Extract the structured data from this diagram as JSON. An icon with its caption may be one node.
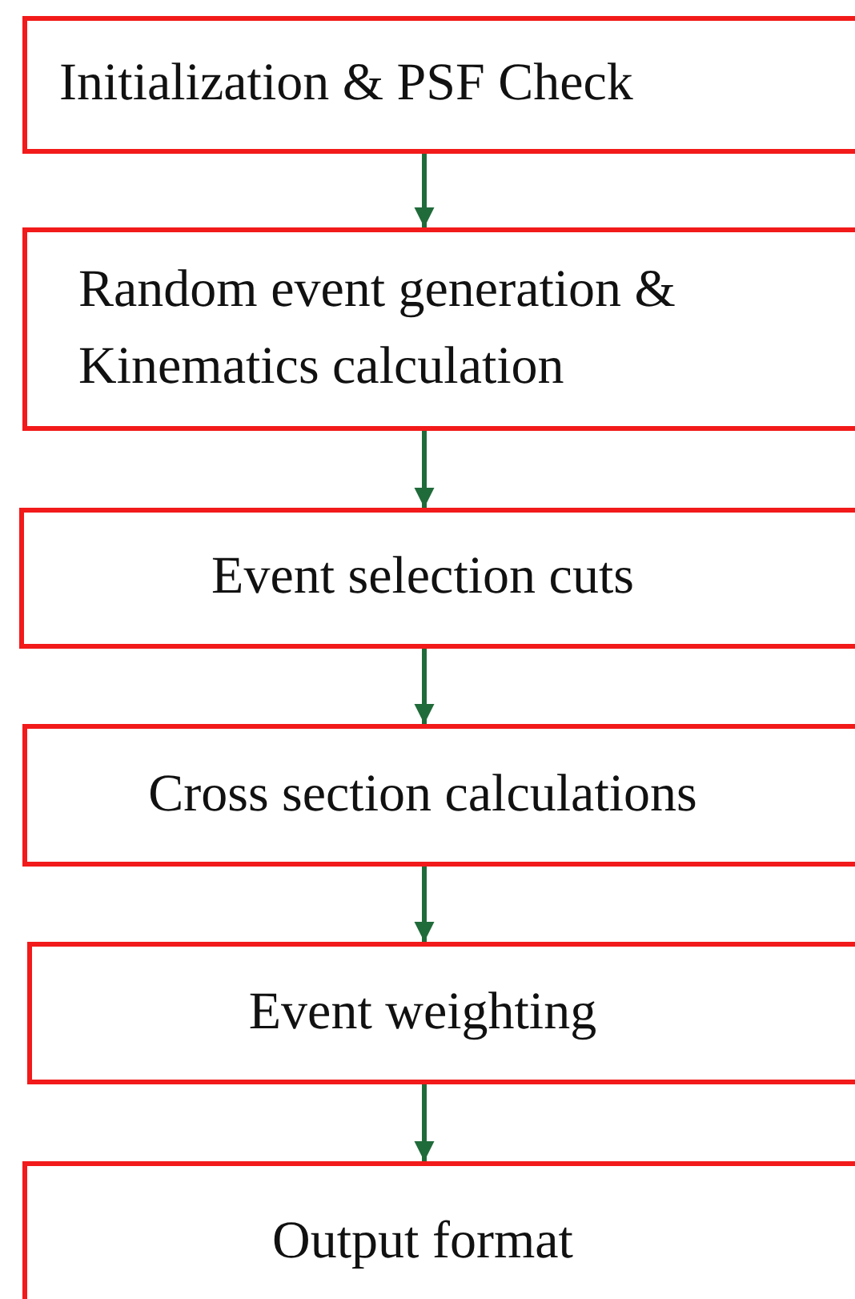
{
  "diagram": {
    "nodes": [
      {
        "text": [
          "Initialization & PSF Check"
        ]
      },
      {
        "text": [
          "Random event generation & Kinematics calculation"
        ]
      },
      {
        "text": [
          "Event selection cuts"
        ]
      },
      {
        "text": [
          "Cross section calculations"
        ]
      },
      {
        "text": [
          "Event weighting"
        ]
      },
      {
        "text": [
          "Output format"
        ]
      }
    ],
    "edges": [
      {
        "from": 0,
        "to": 1,
        "arrow": "to"
      },
      {
        "from": 1,
        "to": 2,
        "arrow": "to"
      },
      {
        "from": 2,
        "to": 3,
        "arrow": "to"
      },
      {
        "from": 3,
        "to": 4,
        "arrow": "to"
      },
      {
        "from": 4,
        "to": 5,
        "arrow": "to"
      }
    ]
  }
}
